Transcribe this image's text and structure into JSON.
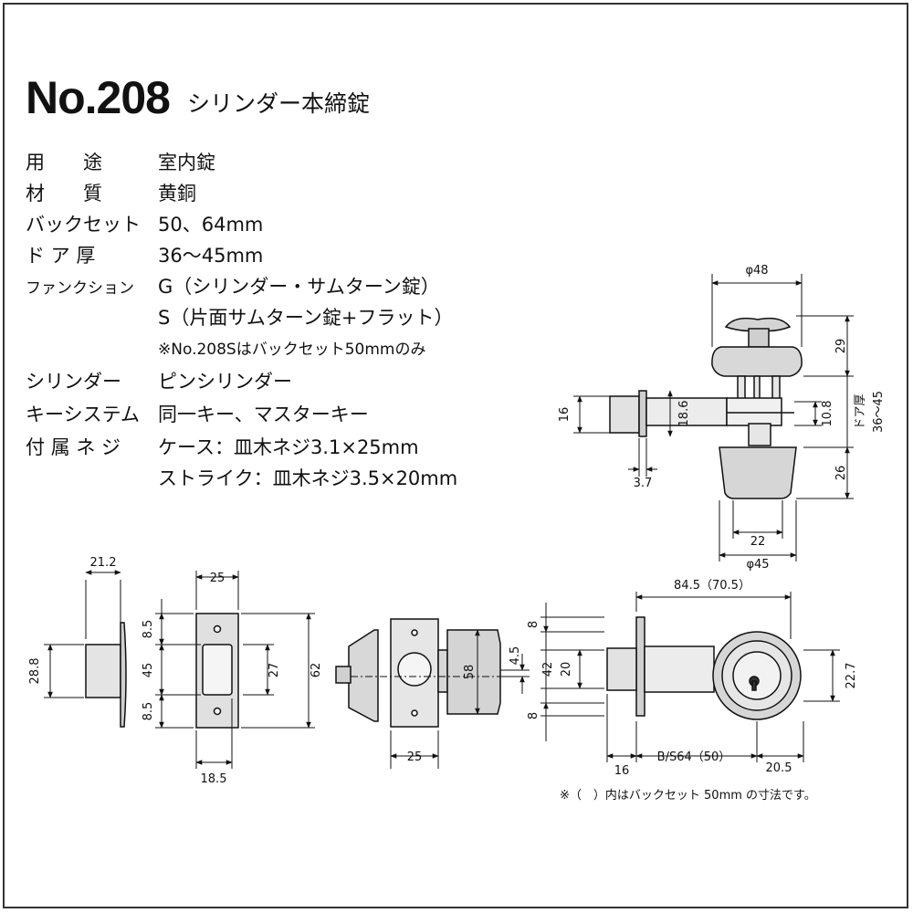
{
  "title": {
    "number": "No.208",
    "name": "シリンダー本締錠"
  },
  "specs": [
    {
      "label": "用　　途",
      "value": "室内錠"
    },
    {
      "label": "材　　質",
      "value": "黄銅"
    },
    {
      "label": "バックセット",
      "value": "50、64mm"
    },
    {
      "label": "ド ア 厚",
      "value": "36〜45mm"
    },
    {
      "label": "ファンクション",
      "value": "G（シリンダー・サムターン錠）"
    },
    {
      "label": "",
      "value": "S（片面サムターン錠+フラット）"
    },
    {
      "label": "",
      "value": "※No.208Sはバックセット50mmのみ"
    },
    {
      "label": "シリンダー",
      "value": "ピンシリンダー"
    },
    {
      "label": "キーシステム",
      "value": "同一キー、マスターキー"
    },
    {
      "label": "付 属 ネ ジ",
      "value": "ケース：皿木ネジ3.1×25mm"
    },
    {
      "label": "",
      "value": "ストライク：皿木ネジ3.5×20mm"
    }
  ],
  "dims": {
    "d1": "φ48",
    "d2": "29",
    "d3": "ドア厚",
    "d4": "36〜45",
    "d5": "10.8",
    "d6": "16",
    "d7": "18.6",
    "d8": "3.7",
    "d9": "26",
    "d10": "22",
    "d11": "φ45",
    "d12": "21.2",
    "d13": "28.8",
    "d14": "25",
    "d15": "8.5",
    "d16": "45",
    "d17": "8.5",
    "d18": "27",
    "d19": "62",
    "d20": "18.5",
    "d21": "58",
    "d22": "4.5",
    "d23": "25",
    "d24": "84.5（70.5）",
    "d25": "8",
    "d26": "42",
    "d27": "20",
    "d28": "8",
    "d29": "22.7",
    "d30": "16",
    "d31": "B/S64（50）",
    "d32": "20.5"
  },
  "note": "※（　）内はバックセット 50mm の寸法です。"
}
